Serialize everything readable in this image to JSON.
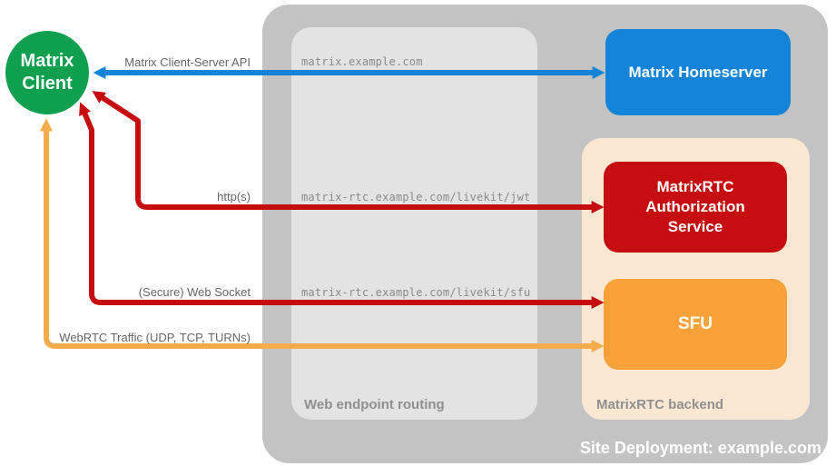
{
  "colors": {
    "green": "#0ea04f",
    "blue": "#1484d8",
    "red": "#c60d10",
    "sfu-orange": "#f9a23a",
    "arrow-orange": "#f6ab4c",
    "peach": "#fce8d2",
    "outer-gray": "#c3c3c3",
    "inner-gray": "#e3e3e3",
    "caption-gray": "#8f8f8f",
    "label-gray": "#666666",
    "mono-gray": "#8a8a8a"
  },
  "nodes": {
    "client": {
      "label": "Matrix Client"
    },
    "homeserver": {
      "label": "Matrix Homeserver"
    },
    "auth": {
      "label": "MatrixRTC Authorization Service"
    },
    "sfu": {
      "label": "SFU"
    }
  },
  "containers": {
    "routing": {
      "label": "Web endpoint routing"
    },
    "backend": {
      "label": "MatrixRTC backend"
    },
    "deployment": {
      "label": "Site Deployment: example.com"
    }
  },
  "edges": {
    "api": {
      "label": "Matrix Client-Server API",
      "endpoint": "matrix.example.com"
    },
    "http": {
      "label": "http(s)",
      "endpoint": "matrix-rtc.example.com/livekit/jwt"
    },
    "websocket": {
      "label": "(Secure) Web Socket",
      "endpoint": "matrix-rtc.example.com/livekit/sfu"
    },
    "webrtc": {
      "label": "WebRTC Traffic (UDP, TCP, TURNs)"
    }
  }
}
